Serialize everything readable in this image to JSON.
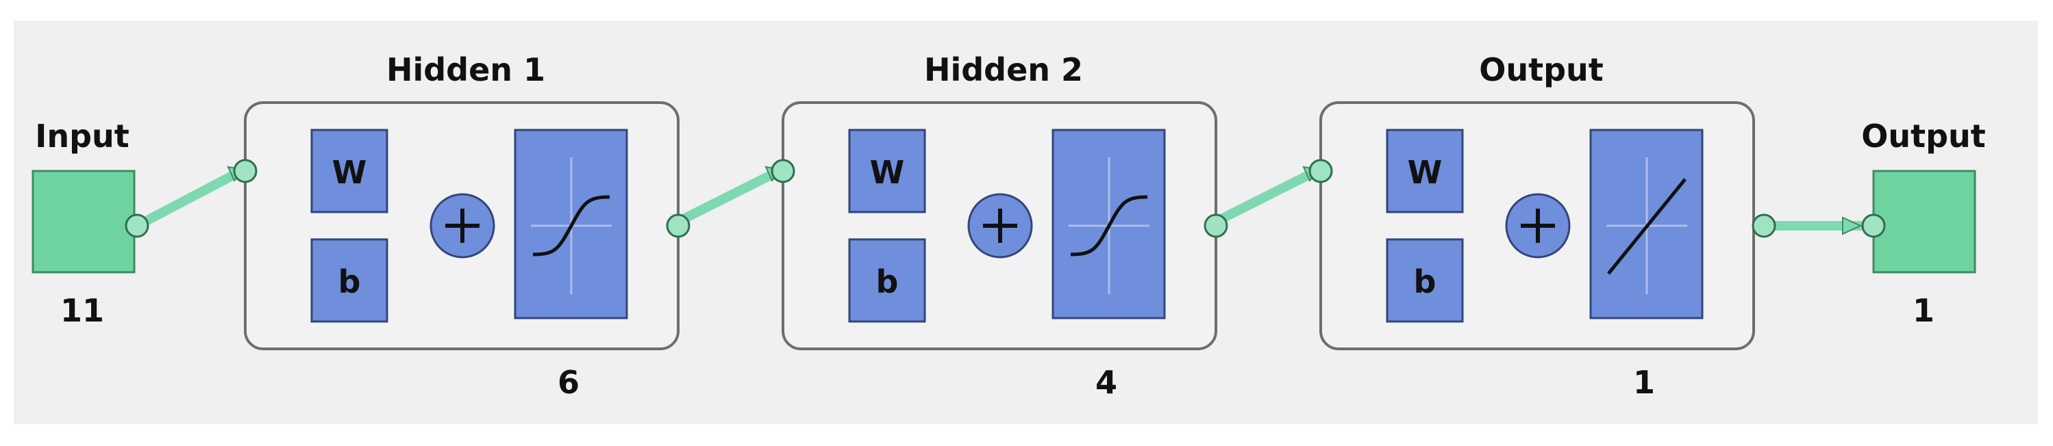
{
  "input": {
    "label": "Input",
    "size": "11"
  },
  "layers": [
    {
      "title": "Hidden 1",
      "size": "6",
      "weight_label": "W",
      "bias_label": "b",
      "transfer": "tansig"
    },
    {
      "title": "Hidden 2",
      "size": "4",
      "weight_label": "W",
      "bias_label": "b",
      "transfer": "tansig"
    },
    {
      "title": "Output",
      "size": "1",
      "weight_label": "W",
      "bias_label": "b",
      "transfer": "purelin"
    }
  ],
  "output": {
    "label": "Output",
    "size": "1"
  },
  "colors": {
    "background": "#f0f0f0",
    "layer_fill": "#f2f2f2",
    "layer_border": "#6e6e6e",
    "block_fill": "#6f8fdc",
    "block_border": "#33457a",
    "io_fill": "#6fd3a0",
    "io_border": "#3e8a63",
    "connector": "#7ed9b0",
    "node_fill": "#9fe3c2"
  }
}
